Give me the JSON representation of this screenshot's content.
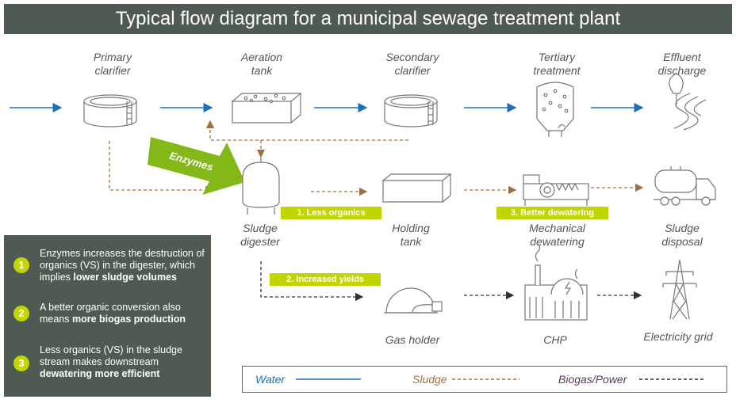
{
  "title": "Typical flow diagram for a municipal sewage treatment plant",
  "labels": {
    "primary_clarifier": [
      "Primary",
      "clarifier"
    ],
    "aeration_tank": [
      "Aeration",
      "tank"
    ],
    "secondary_clarifier": [
      "Secondary",
      "clarifier"
    ],
    "tertiary_treatment": [
      "Tertiary",
      "treatment"
    ],
    "effluent_discharge": [
      "Effluent",
      "discharge"
    ],
    "sludge_digester": [
      "Sludge",
      "digester"
    ],
    "holding_tank": [
      "Holding",
      "tank"
    ],
    "mechanical_dewatering": [
      "Mechanical",
      "dewatering"
    ],
    "sludge_disposal": [
      "Sludge",
      "disposal"
    ],
    "gas_holder": "Gas holder",
    "chp": "CHP",
    "electricity_grid": "Electricity grid"
  },
  "enzymes_label": "Enzymes",
  "tags": {
    "less_organics": "1. Less organics",
    "better_dewatering": "3. Better dewatering",
    "increased_yields": "2. Increased yields"
  },
  "info_points": [
    {
      "num": "1",
      "text": "Enzymes increases the destruction of organics (VS) in the digester, which implies ",
      "bold": "lower sludge volumes"
    },
    {
      "num": "2",
      "text": "A better organic conversion also means ",
      "bold": "more biogas production"
    },
    {
      "num": "3",
      "text": "Less organics (VS) in the sludge stream makes downstream ",
      "bold": "dewatering more efficient"
    }
  ],
  "legend": {
    "water": "Water",
    "sludge": "Sludge",
    "biogas": "Biogas/Power"
  },
  "colors": {
    "water": "#1f6fb4",
    "sludge": "#a0713f",
    "biogas": "#333333",
    "accent": "#c2d500",
    "panel": "#4f5b52",
    "enzyme": "#84b818"
  }
}
